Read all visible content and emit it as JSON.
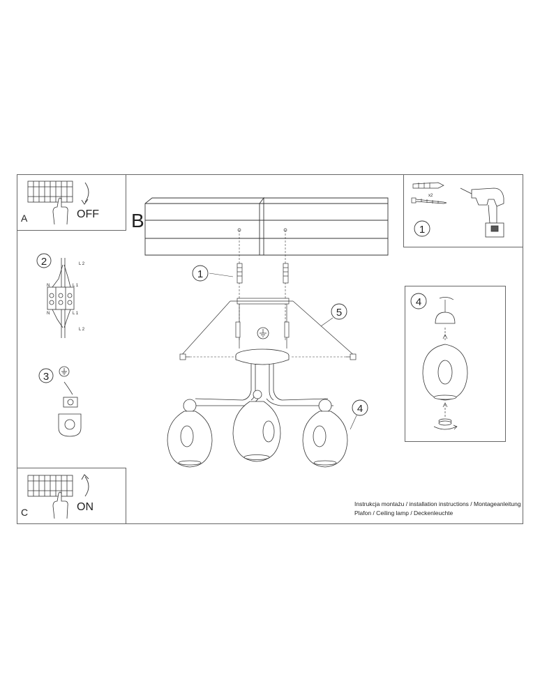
{
  "panels": {
    "a": {
      "letter": "A",
      "action": "OFF"
    },
    "b": {
      "letter": "B"
    },
    "c": {
      "letter": "C",
      "action": "ON"
    }
  },
  "callouts": {
    "screw": "1",
    "wiring": "2",
    "ground": "3",
    "shade": "4",
    "mount": "5"
  },
  "wiring": {
    "n": "N",
    "l1": "L 1",
    "l2": "L 2"
  },
  "kit": {
    "quantity": "x2"
  },
  "caption": {
    "line1": "Instrukcja montażu / installation instructions / Montageanleitung",
    "line2": "Plafon / Ceiling lamp / Deckenleuchte"
  }
}
